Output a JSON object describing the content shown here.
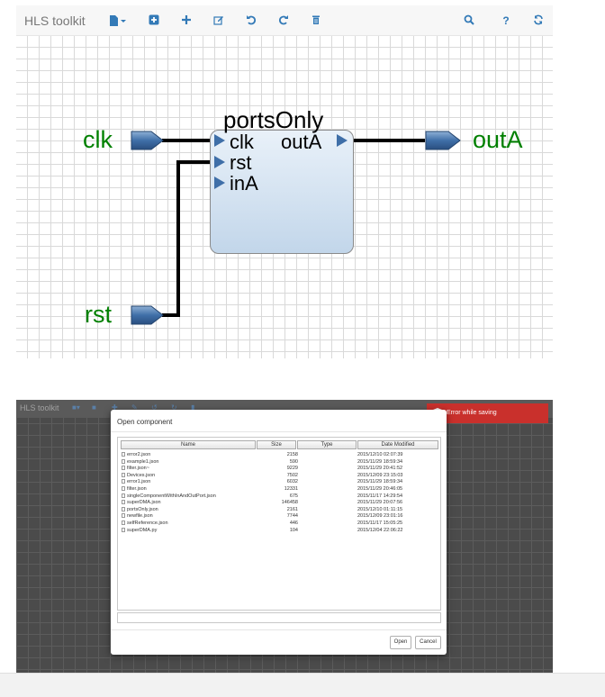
{
  "top": {
    "brand": "HLS toolkit",
    "toolbar": {
      "file_icon": "file-icon",
      "add_component_icon": "plus-square-icon",
      "add_icon": "plus-icon",
      "edit_icon": "edit-icon",
      "undo_icon": "undo-icon",
      "redo_icon": "redo-icon",
      "delete_icon": "trash-icon",
      "search_icon": "search-icon",
      "help_label": "?",
      "refresh_icon": "refresh-icon"
    },
    "diagram": {
      "component_name": "portsOnly",
      "component_inputs": [
        "clk",
        "rst",
        "inA"
      ],
      "component_outputs": [
        "outA"
      ],
      "external_inputs": [
        "clk",
        "rst"
      ],
      "external_outputs": [
        "outA"
      ]
    }
  },
  "bottom": {
    "brand": "HLS toolkit",
    "toast": {
      "message": "Error while saving",
      "color": "#c9302c"
    },
    "dialog": {
      "title": "Open component",
      "columns": [
        "Name",
        "Size",
        "Type",
        "Date Modified"
      ],
      "files": [
        {
          "name": "error2.json",
          "size": "2158",
          "type": "",
          "date": "2015/12/10 02:07:39"
        },
        {
          "name": "example1.json",
          "size": "590",
          "type": "",
          "date": "2015/11/29 18:59:34"
        },
        {
          "name": "filter.json~",
          "size": "9229",
          "type": "",
          "date": "2015/11/29 20:41:52"
        },
        {
          "name": "Devices.json",
          "size": "7502",
          "type": "",
          "date": "2015/12/09 23:15:03"
        },
        {
          "name": "error1.json",
          "size": "6032",
          "type": "",
          "date": "2015/11/29 18:59:34"
        },
        {
          "name": "filter.json",
          "size": "12331",
          "type": "",
          "date": "2015/11/29 20:46:05"
        },
        {
          "name": "singleComponentWithInAndOutPort.json",
          "size": "675",
          "type": "",
          "date": "2015/11/17 14:29:54"
        },
        {
          "name": "superDMA.json",
          "size": "146458",
          "type": "",
          "date": "2015/11/29 20:07:56"
        },
        {
          "name": "portsOnly.json",
          "size": "2161",
          "type": "",
          "date": "2015/12/10 01:11:15"
        },
        {
          "name": "newfile.json",
          "size": "7744",
          "type": "",
          "date": "2015/12/09 23:01:16"
        },
        {
          "name": "selfReference.json",
          "size": "446",
          "type": "",
          "date": "2015/11/17 15:05:25"
        },
        {
          "name": "superDMA.py",
          "size": "104",
          "type": "",
          "date": "2015/12/04 22:06:22"
        }
      ],
      "open_label": "Open",
      "cancel_label": "Cancel"
    }
  },
  "colors": {
    "accent": "#337ab7",
    "port_green": "#008000",
    "error_red": "#c9302c"
  }
}
